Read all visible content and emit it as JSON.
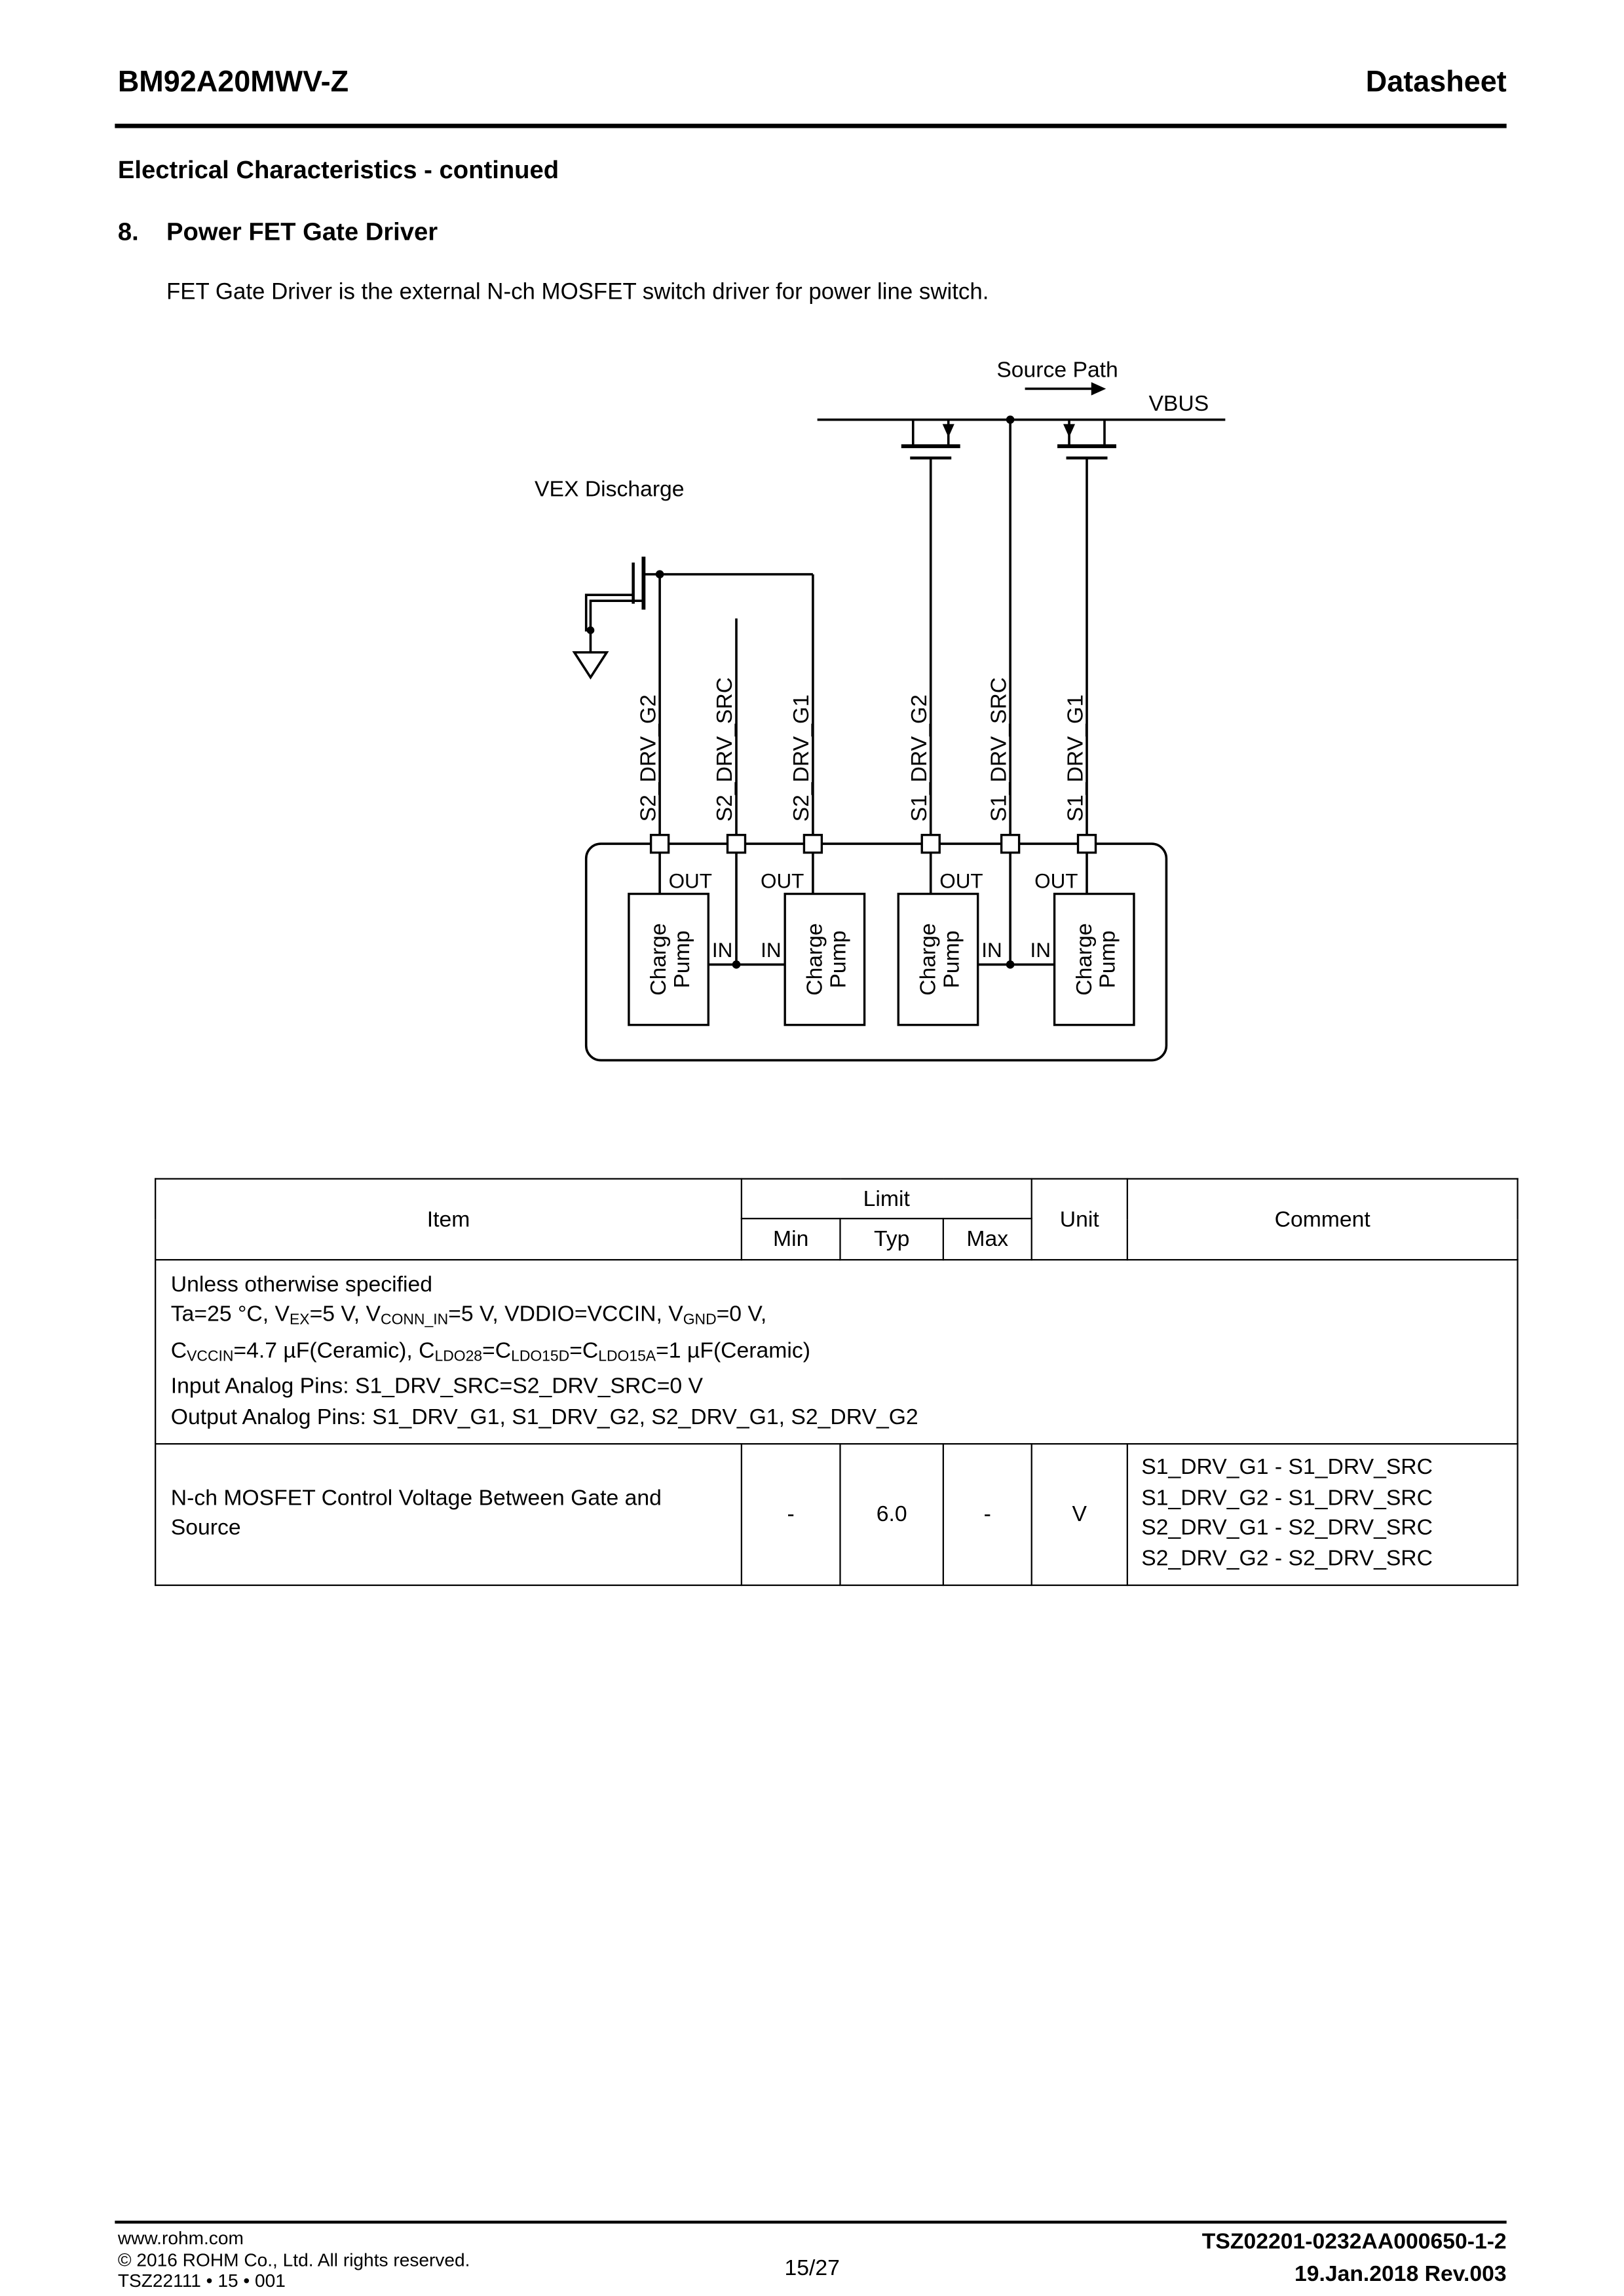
{
  "header": {
    "part_number": "BM92A20MWV-Z",
    "doc_type": "Datasheet"
  },
  "section": {
    "title": "Electrical Characteristics - continued",
    "number": "8.",
    "heading": "Power FET Gate Driver",
    "description": "FET Gate Driver is the external N-ch MOSFET switch driver for power line switch."
  },
  "diagram": {
    "labels": {
      "source_path": "Source Path",
      "vbus": "VBUS",
      "vex_discharge": "VEX Discharge",
      "out": "OUT",
      "in": "IN",
      "charge": "Charge",
      "pump": "Pump"
    },
    "pins": [
      "S2_DRV_G2",
      "S2_DRV_SRC",
      "S2_DRV_G1",
      "S1_DRV_G2",
      "S1_DRV_SRC",
      "S1_DRV_G1"
    ]
  },
  "table": {
    "headers": {
      "item": "Item",
      "limit": "Limit",
      "min": "Min",
      "typ": "Typ",
      "max": "Max",
      "unit": "Unit",
      "comment": "Comment"
    },
    "conditions": [
      [
        {
          "t": "Unless otherwise specified"
        }
      ],
      [
        {
          "t": "Ta=25 °C, V"
        },
        {
          "t": "EX",
          "sub": true
        },
        {
          "t": "=5 V, V"
        },
        {
          "t": "CONN_IN",
          "sub": true
        },
        {
          "t": "=5 V, VDDIO=VCCIN, V"
        },
        {
          "t": "GND",
          "sub": true
        },
        {
          "t": "=0 V,"
        }
      ],
      [
        {
          "t": "C"
        },
        {
          "t": "VCCIN",
          "sub": true
        },
        {
          "t": "=4.7 µF(Ceramic), C"
        },
        {
          "t": "LDO28",
          "sub": true
        },
        {
          "t": "=C"
        },
        {
          "t": "LDO15D",
          "sub": true
        },
        {
          "t": "=C"
        },
        {
          "t": "LDO15A",
          "sub": true
        },
        {
          "t": "=1 µF(Ceramic)"
        }
      ],
      [
        {
          "t": "Input Analog Pins: S1_DRV_SRC=S2_DRV_SRC=0 V"
        }
      ],
      [
        {
          "t": "Output Analog Pins: S1_DRV_G1, S1_DRV_G2, S2_DRV_G1, S2_DRV_G2"
        }
      ]
    ],
    "rows": [
      {
        "item": "N-ch MOSFET Control Voltage Between Gate and Source",
        "min": "-",
        "typ": "6.0",
        "max": "-",
        "unit": "V",
        "comment": [
          "S1_DRV_G1 - S1_DRV_SRC",
          "S1_DRV_G2 - S1_DRV_SRC",
          "S2_DRV_G1 - S2_DRV_SRC",
          "S2_DRV_G2 - S2_DRV_SRC"
        ]
      }
    ]
  },
  "footer": {
    "website": "www.rohm.com",
    "copyright": "© 2016 ROHM Co., Ltd. All rights reserved.",
    "code": "TSZ22111 • 15 • 001",
    "page_number": "15/27",
    "doc_number": "TSZ02201-0232AA000650-1-2",
    "revision": "19.Jan.2018 Rev.003"
  }
}
